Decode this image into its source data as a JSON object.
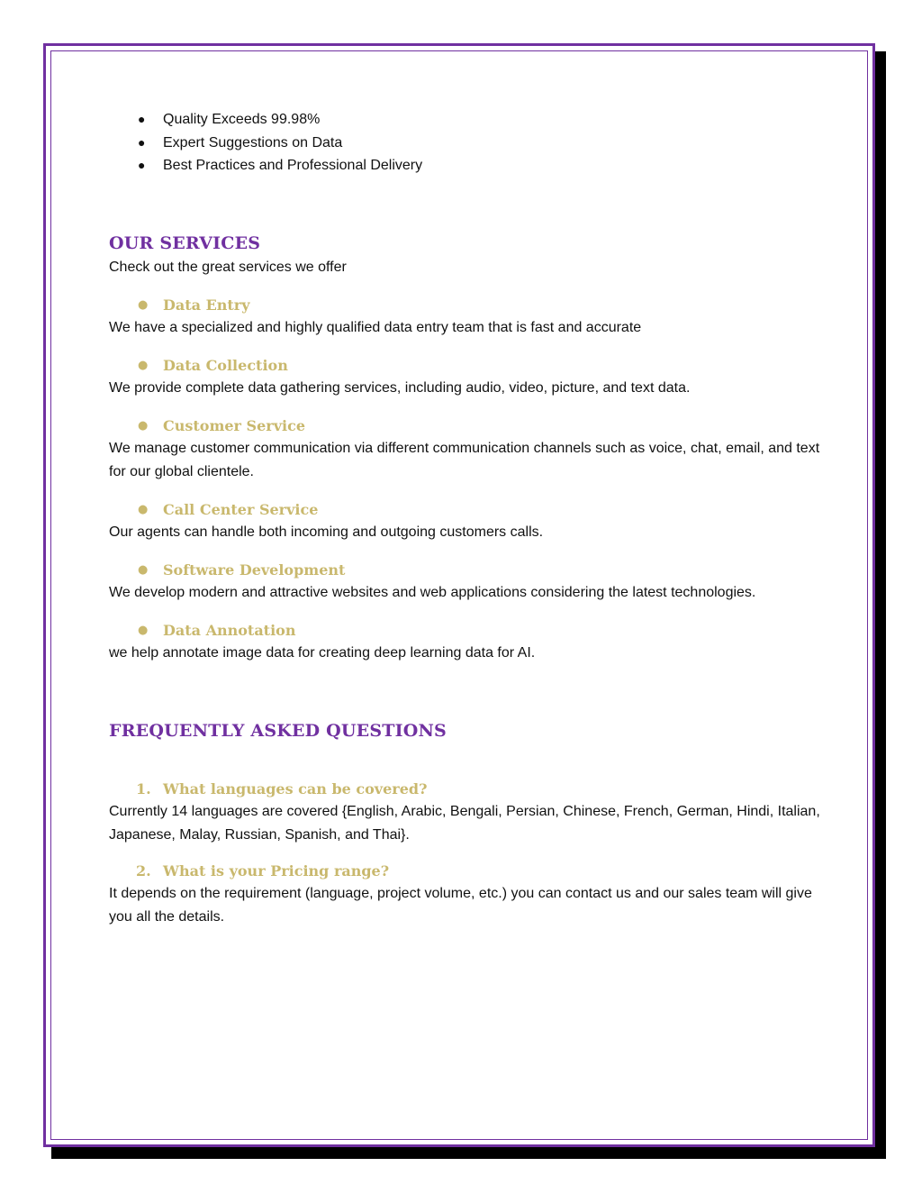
{
  "intro_bullets": [
    "Quality Exceeds 99.98%",
    "Expert Suggestions on Data",
    "Best Practices and Professional Delivery"
  ],
  "services": {
    "title": "OUR SERVICES",
    "subtitle": "Check out the great services we offer",
    "items": [
      {
        "name": "Data Entry",
        "description": "We have a specialized and highly qualified data entry team that is fast and accurate"
      },
      {
        "name": "Data Collection",
        "description": "We provide complete data gathering services, including audio, video, picture, and text data."
      },
      {
        "name": "Customer Service",
        "description": "We manage customer communication via different communication channels such as voice, chat, email, and text for our global clientele."
      },
      {
        "name": "Call Center Service",
        "description": "Our agents can handle both incoming and outgoing customers calls."
      },
      {
        "name": "Software Development",
        "description": "We develop modern and attractive websites and web applications considering the latest technologies."
      },
      {
        "name": "Data Annotation",
        "description": "we help annotate image data for creating deep learning data for AI."
      }
    ]
  },
  "faq": {
    "title": "FREQUENTLY ASKED QUESTIONS",
    "items": [
      {
        "number": "1.",
        "question": "What languages can be covered?",
        "answer": "Currently 14 languages are covered {English, Arabic, Bengali, Persian, Chinese, French, German, Hindi, Italian, Japanese, Malay, Russian, Spanish, and Thai}."
      },
      {
        "number": "2.",
        "question": "What is your Pricing range?",
        "answer": "It depends on the requirement (language, project volume, etc.) you can contact us and our sales team will give you all the details."
      }
    ]
  },
  "colors": {
    "accent_purple": "#7030a0",
    "heading_gold": "#c9b86d",
    "text": "#111111"
  }
}
